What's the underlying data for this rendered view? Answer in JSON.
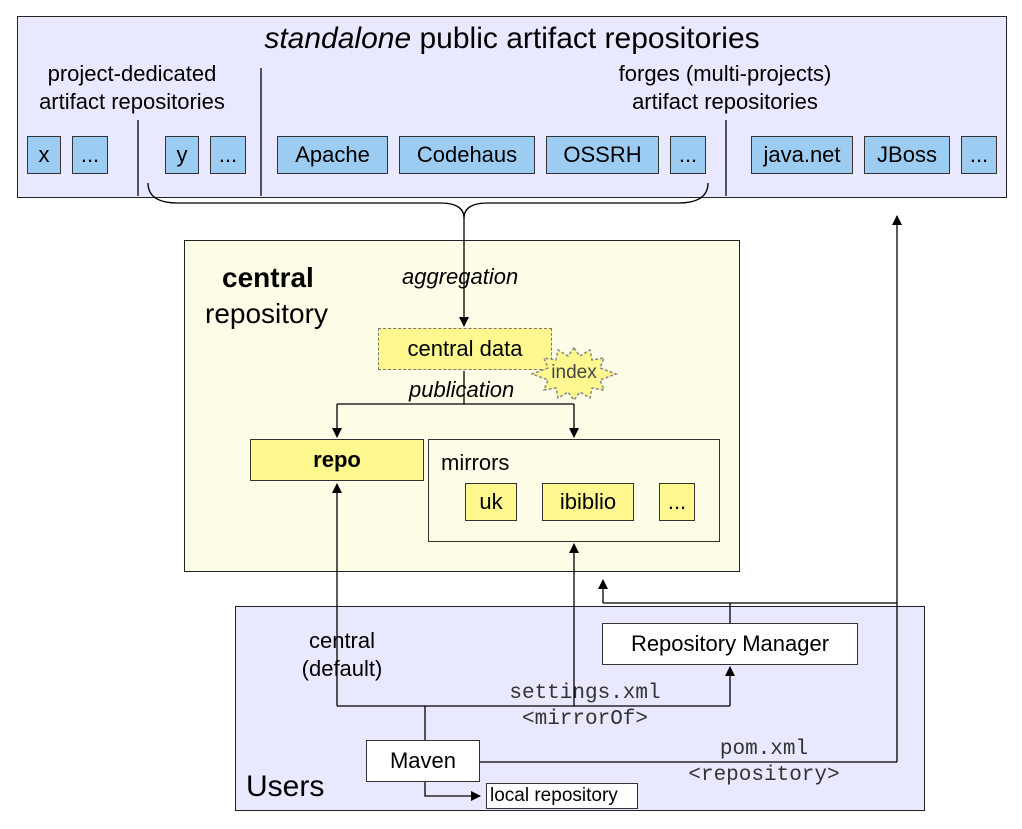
{
  "top": {
    "title_italic": "standalone",
    "title_rest": " public artifact repositories",
    "left_group_line1": "project-dedicated",
    "left_group_line2": "artifact repositories",
    "right_group_line1": "forges (multi-projects)",
    "right_group_line2": "artifact repositories",
    "repos": [
      "x",
      "...",
      "y",
      "...",
      "Apache",
      "Codehaus",
      "OSSRH",
      "...",
      "java.net",
      "JBoss",
      "..."
    ]
  },
  "central": {
    "title_bold": "central",
    "title_rest": "repository",
    "aggregation": "aggregation",
    "central_data": "central data",
    "index": "index",
    "publication": "publication",
    "repo": "repo",
    "mirrors": "mirrors",
    "mirror_items": [
      "uk",
      "ibiblio",
      "..."
    ]
  },
  "users": {
    "title": "Users",
    "central_default_line1": "central",
    "central_default_line2": "(default)",
    "repository_manager": "Repository Manager",
    "settings_xml": "settings.xml",
    "mirror_of": "<mirrorOf>",
    "maven": "Maven",
    "pom_xml": "pom.xml",
    "repository_tag": "<repository>",
    "local_repository": "local repository"
  }
}
